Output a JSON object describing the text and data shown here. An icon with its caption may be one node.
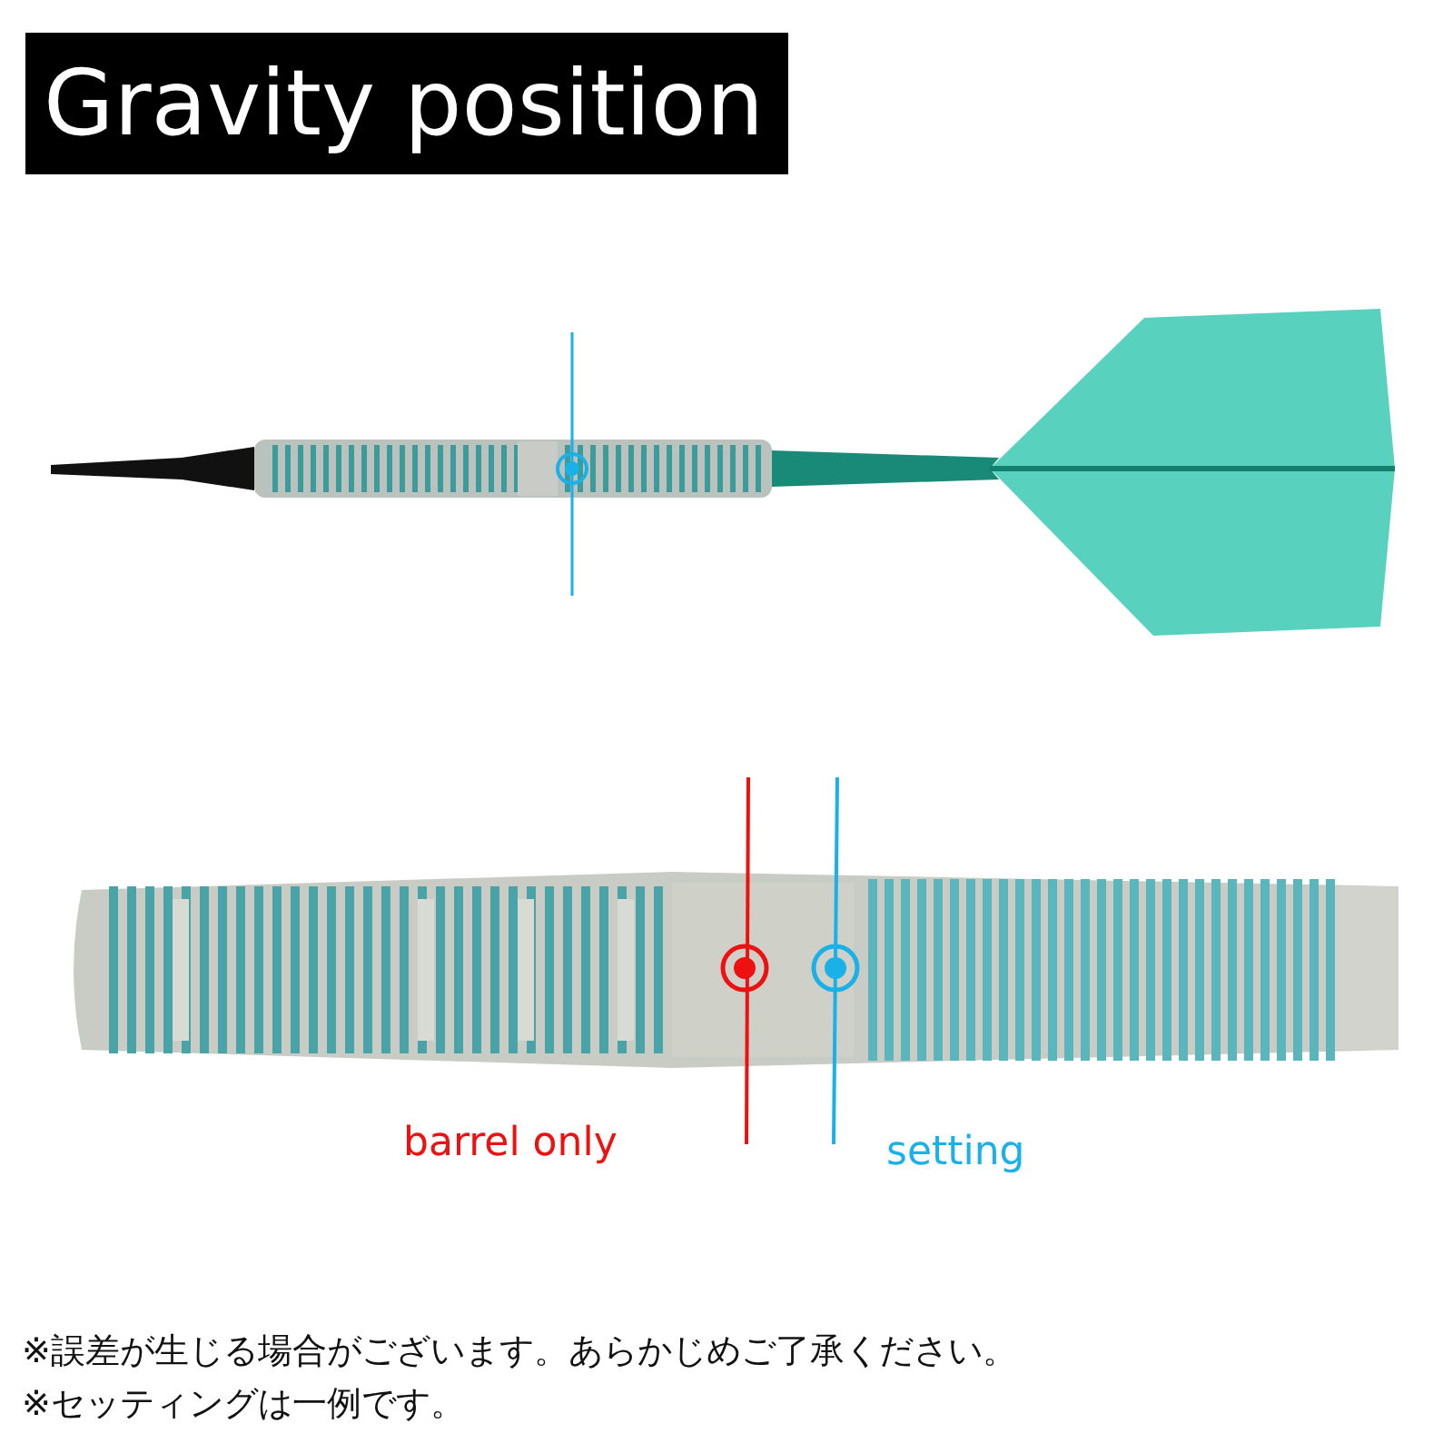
{
  "diagram": {
    "title": "Gravity position",
    "labels": [
      "barrel only",
      "setting",
      "※誤差が生じる場合がございます。あらかじめご了承ください。",
      "※セッティングは一例です。"
    ]
  }
}
